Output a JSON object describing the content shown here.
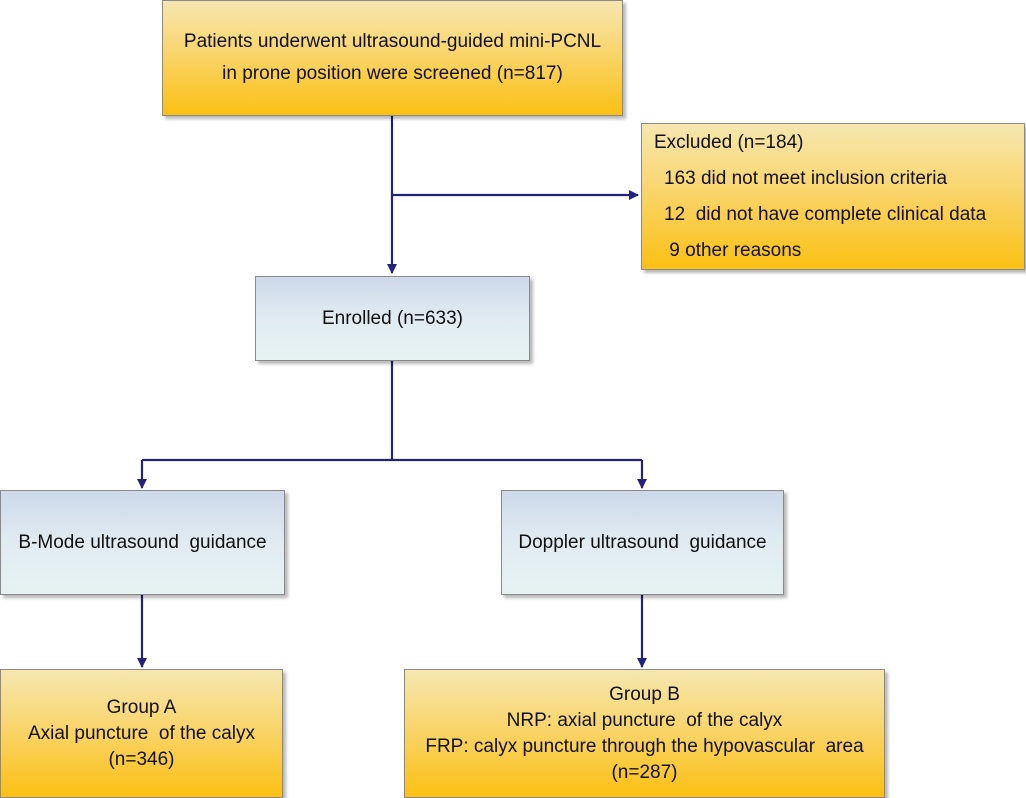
{
  "screening": {
    "line1": "Patients underwent ultrasound-guided mini-PCNL",
    "line2": "in prone position were screened (n=817)"
  },
  "excluded": {
    "title": "Excluded (n=184)",
    "items": [
      "163 did not meet inclusion criteria",
      "12  did not have complete clinical data",
      " 9 other reasons"
    ]
  },
  "enrolled": {
    "label": "Enrolled (n=633)"
  },
  "bmode": {
    "label": "B-Mode ultrasound  guidance"
  },
  "doppler": {
    "label": "Doppler ultrasound  guidance"
  },
  "group_a": {
    "lines": [
      "Group A",
      "Axial puncture  of the calyx",
      "(n=346)"
    ]
  },
  "group_b": {
    "lines": [
      "Group B",
      "NRP: axial puncture  of the calyx",
      "FRP: calyx puncture through the hypovascular  area",
      "(n=287)"
    ]
  },
  "colors": {
    "arrow": "#23237a",
    "yellow_top": "#f6e7b0",
    "yellow_bottom": "#fbc013",
    "blue_top": "#cdd9ea",
    "blue_bottom": "#e6f3f2"
  }
}
